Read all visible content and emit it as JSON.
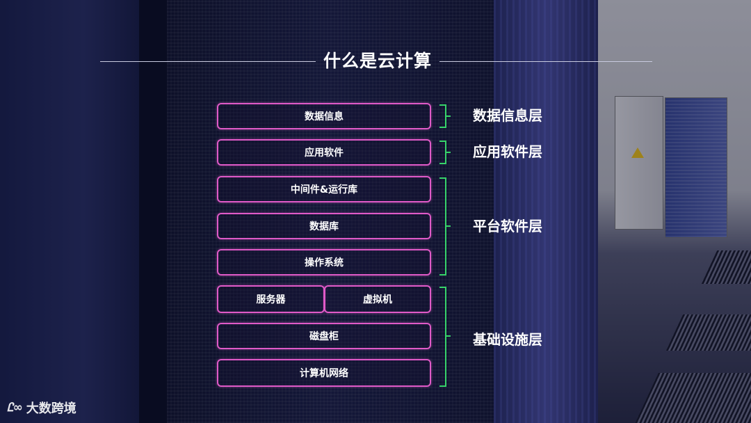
{
  "title": "什么是云计算",
  "boxes": {
    "data_info": "数据信息",
    "app_software": "应用软件",
    "middleware": "中间件&运行库",
    "database": "数据库",
    "os": "操作系统",
    "server": "服务器",
    "vm": "虚拟机",
    "disk": "磁盘柜",
    "network": "计算机网络"
  },
  "layers": {
    "data": "数据信息层",
    "app": "应用软件层",
    "platform": "平台软件层",
    "infra": "基础设施层"
  },
  "logo": {
    "text": "大数跨境",
    "mark": "Ꮭ∞"
  },
  "colors": {
    "box_border": "#e05ac8",
    "bracket": "#37d36a",
    "text": "#ffffff"
  }
}
